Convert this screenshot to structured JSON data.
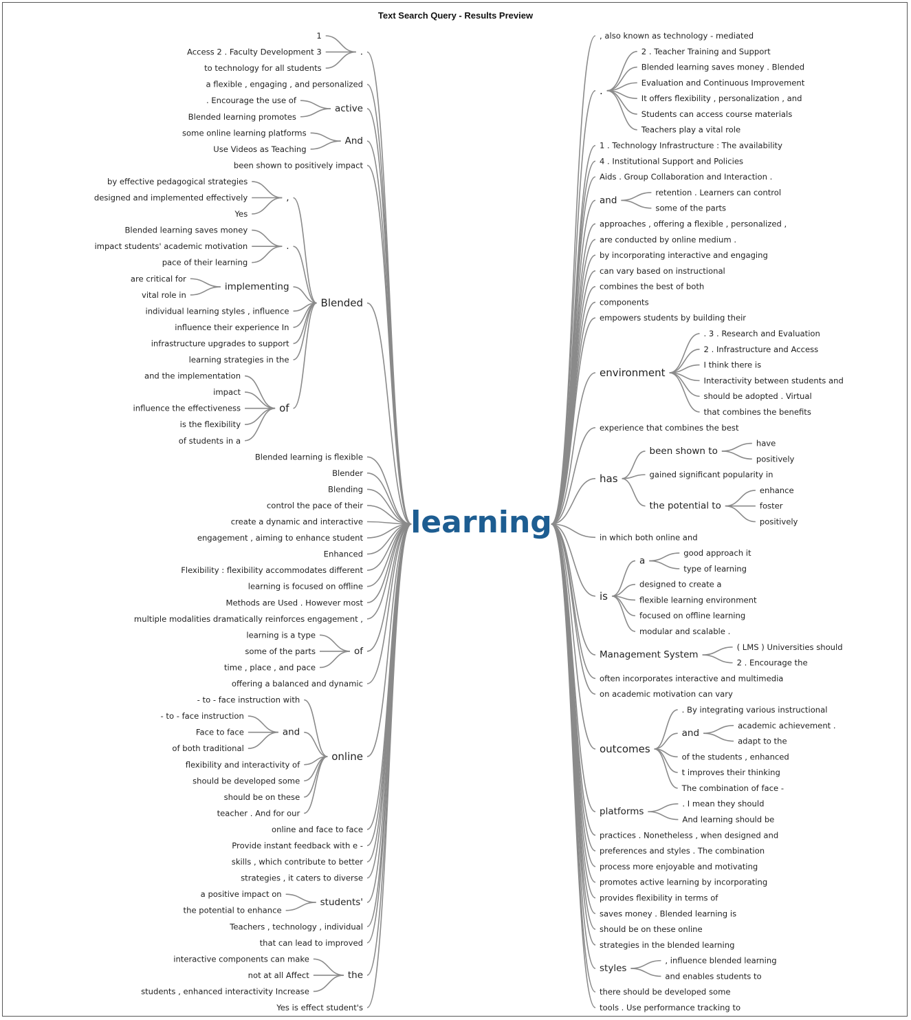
{
  "title": "Text Search Query - Results Preview",
  "root": "learning",
  "colors": {
    "root": "#1d5d91",
    "highlight": "#2f6a9e",
    "text": "#222222",
    "branch": "#8a8a8a"
  },
  "left": [
    {
      "label": ".",
      "children": [
        "1",
        "Access 2 . Faculty Development 3",
        "to technology for all students"
      ]
    },
    {
      "label": "a flexible , engaging , and personalized"
    },
    {
      "label": "active",
      "children": [
        ". Encourage the use of",
        "Blended [learning] promotes"
      ]
    },
    {
      "label": "And",
      "children": [
        "some online [learning] platforms",
        "Use Videos as Teaching"
      ]
    },
    {
      "label": "been shown to positively impact"
    },
    {
      "label": "Blended",
      "children": [
        {
          "label": ",",
          "children": [
            "by effective pedagogical strategies",
            "designed and implemented effectively",
            "Yes"
          ]
        },
        {
          "label": ".",
          "children": [
            "Blended [learning] saves money",
            "impact students' academic motivation",
            "pace of their [learning]"
          ]
        },
        {
          "label": "implementing",
          "children": [
            "are critical for",
            "vital role in"
          ]
        },
        {
          "label": "individual [learning] styles , influence"
        },
        {
          "label": "influence their experience In"
        },
        {
          "label": "infrastructure upgrades to support"
        },
        {
          "label": "[learning] strategies in the"
        },
        {
          "label": "of",
          "children": [
            "and the implementation",
            "impact",
            "influence the effectiveness",
            "is the flexibility",
            "of students in a"
          ]
        }
      ]
    },
    {
      "label": "Blended [learning] is flexible"
    },
    {
      "label": "Blender"
    },
    {
      "label": "Blending"
    },
    {
      "label": "control the pace of their"
    },
    {
      "label": "create a dynamic and interactive"
    },
    {
      "label": "engagement , aiming to enhance student"
    },
    {
      "label": "Enhanced"
    },
    {
      "label": "Flexibility : flexibility accommodates different"
    },
    {
      "label": "[learning] is focused on offline"
    },
    {
      "label": "Methods are Used . However most"
    },
    {
      "label": "multiple modalities dramatically reinforces engagement ,"
    },
    {
      "label": "of",
      "children": [
        "[learning] is a type",
        "some of the parts",
        "time , place , and pace"
      ]
    },
    {
      "label": "offering a balanced and dynamic"
    },
    {
      "label": "online",
      "children": [
        {
          "label": "- to - face instruction with"
        },
        {
          "label": "and",
          "children": [
            "- to - face instruction",
            "Face to face",
            "of both traditional"
          ]
        },
        {
          "label": "flexibility and interactivity of"
        },
        {
          "label": "should be developed some"
        },
        {
          "label": "should be on these"
        },
        {
          "label": "teacher . And for our"
        }
      ]
    },
    {
      "label": "online and face to face"
    },
    {
      "label": "Provide instant feedback with e -"
    },
    {
      "label": "skills , which contribute to better"
    },
    {
      "label": "strategies , it caters to diverse"
    },
    {
      "label": "students'",
      "children": [
        "a positive impact on",
        "the potential to enhance"
      ]
    },
    {
      "label": "Teachers , technology , individual"
    },
    {
      "label": "that can lead to improved"
    },
    {
      "label": "the",
      "children": [
        "interactive components can make",
        "not at all Affect",
        "students , enhanced interactivity Increase"
      ]
    },
    {
      "label": "Yes is effect student's"
    }
  ],
  "right": [
    {
      "label": ", also known as technology - mediated"
    },
    {
      "label": ".",
      "children": [
        "2 . Teacher Training and Support",
        "Blended [learning] saves money . Blended",
        "Evaluation and Continuous Improvement",
        "It offers flexibility , personalization , and",
        "Students can access course materials",
        "Teachers play a vital role"
      ]
    },
    {
      "label": "1 . Technology Infrastructure : The availability"
    },
    {
      "label": "4 . Institutional Support and Policies"
    },
    {
      "label": "Aids . Group Collaboration and Interaction ."
    },
    {
      "label": "and",
      "children": [
        "retention . Learners can control",
        "some of the parts"
      ]
    },
    {
      "label": "approaches , offering a flexible , personalized ,"
    },
    {
      "label": "are conducted by online medium ."
    },
    {
      "label": "by incorporating interactive and engaging"
    },
    {
      "label": "can vary based on instructional"
    },
    {
      "label": "combines the best of both"
    },
    {
      "label": "components"
    },
    {
      "label": "empowers students by building their"
    },
    {
      "label": "[environment]",
      "children": [
        ". 3 . Research and Evaluation",
        "2 . Infrastructure and Access",
        "I think there is",
        "Interactivity between students and",
        "should be adopted . Virtual",
        "that combines the benefits"
      ]
    },
    {
      "label": "experience that combines the best"
    },
    {
      "label": "has",
      "children": [
        {
          "label": "been shown to",
          "children": [
            "have",
            "positively"
          ]
        },
        {
          "label": "gained significant popularity in"
        },
        {
          "label": "the potential to",
          "children": [
            "enhance",
            "foster",
            "positively"
          ]
        }
      ]
    },
    {
      "label": "in which both online and"
    },
    {
      "label": "is",
      "children": [
        {
          "label": "a",
          "children": [
            "good approach it",
            "type of [learning]"
          ]
        },
        {
          "label": "designed to create a"
        },
        {
          "label": "flexible [learning environment]"
        },
        {
          "label": "focused on offline [learning]"
        },
        {
          "label": "modular and scalable ."
        }
      ]
    },
    {
      "label": "Management System",
      "children": [
        "( LMS ) Universities should",
        "2 . Encourage the"
      ]
    },
    {
      "label": "often incorporates interactive and multimedia"
    },
    {
      "label": "on academic motivation can vary"
    },
    {
      "label": "outcomes",
      "children": [
        {
          "label": ". By integrating various instructional"
        },
        {
          "label": "and",
          "children": [
            "academic achievement .",
            "adapt to the"
          ]
        },
        {
          "label": "of the students , enhanced"
        },
        {
          "label": "t improves their thinking"
        },
        {
          "label": "The combination of face -"
        }
      ]
    },
    {
      "label": "platforms",
      "children": [
        ". I mean they should",
        "And [learning] should be"
      ]
    },
    {
      "label": "practices . Nonetheless , when designed and"
    },
    {
      "label": "preferences and styles . The combination"
    },
    {
      "label": "process more enjoyable and motivating"
    },
    {
      "label": "promotes active [learning] by incorporating"
    },
    {
      "label": "provides flexibility in terms of"
    },
    {
      "label": "saves money . Blended [learning] is"
    },
    {
      "label": "should be on these online"
    },
    {
      "label": "strategies in the [blended learning]"
    },
    {
      "label": "styles",
      "children": [
        ", influence [blended learning]",
        "and enables students to"
      ]
    },
    {
      "label": "there should be developed some"
    },
    {
      "label": "tools . Use performance tracking to"
    }
  ]
}
